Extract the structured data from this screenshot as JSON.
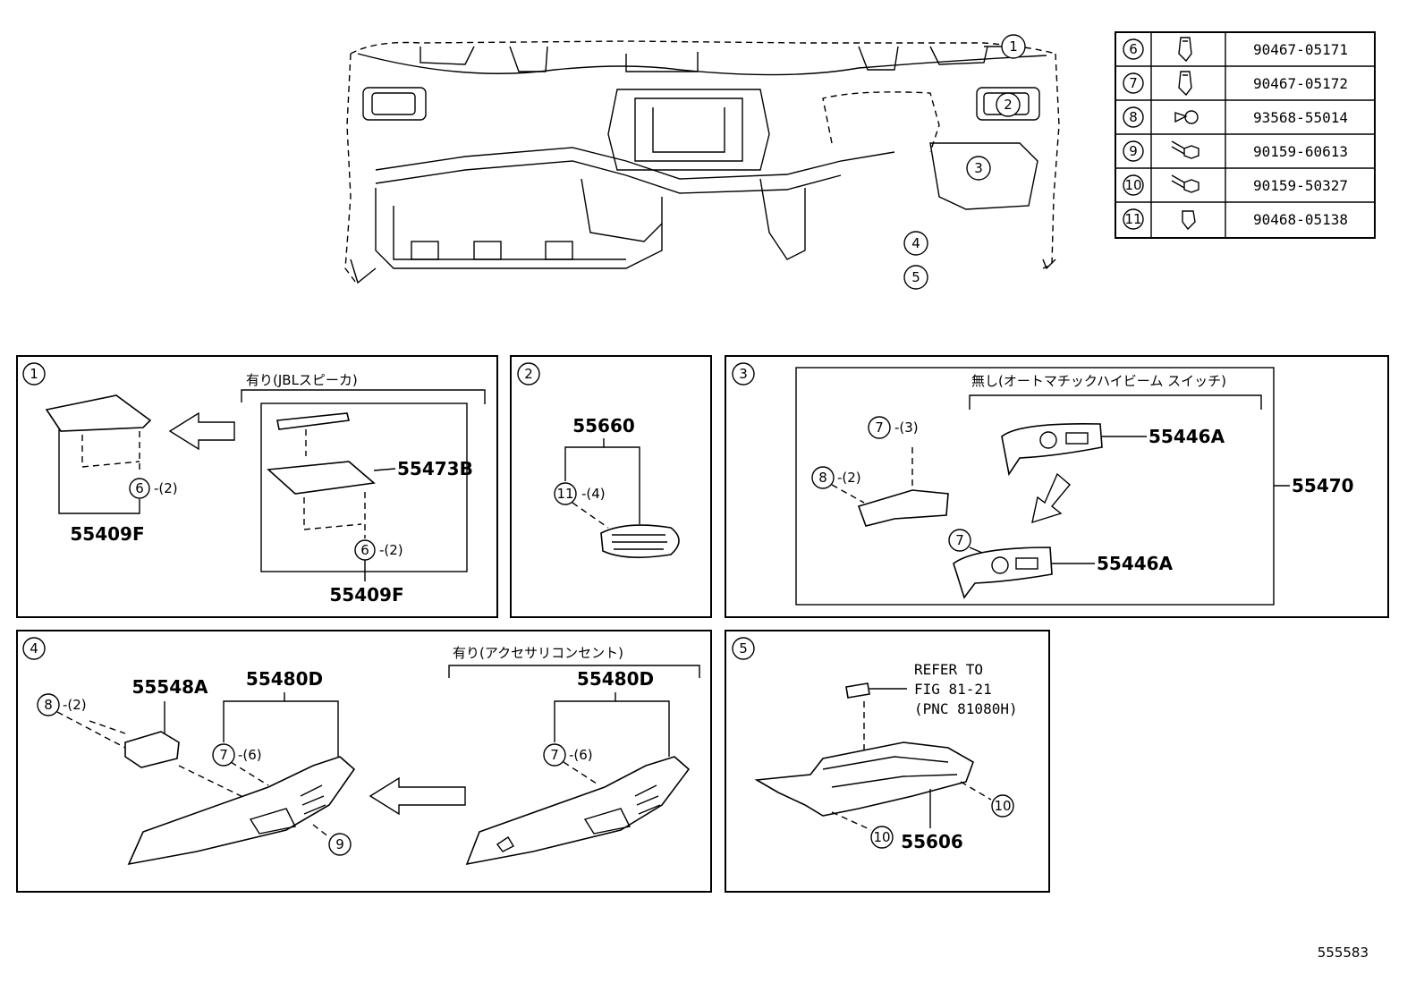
{
  "fastener_table": {
    "rows": [
      {
        "ref": "6",
        "part_no": "90467-05171",
        "icon": "push-clip-icon"
      },
      {
        "ref": "7",
        "part_no": "90467-05172",
        "icon": "push-clip-icon"
      },
      {
        "ref": "8",
        "part_no": "93568-55014",
        "icon": "tapping-screw-icon"
      },
      {
        "ref": "9",
        "part_no": "90159-60613",
        "icon": "hex-bolt-icon"
      },
      {
        "ref": "10",
        "part_no": "90159-50327",
        "icon": "hex-bolt-icon"
      },
      {
        "ref": "11",
        "part_no": "90468-05138",
        "icon": "spring-nut-icon"
      }
    ]
  },
  "overview": {
    "callouts": [
      "1",
      "2",
      "3",
      "4",
      "5"
    ]
  },
  "panel1": {
    "index": "1",
    "variant_label": "有り(JBLスピーカ)",
    "part_main": "55409F",
    "part_variant_top": "55473B",
    "part_variant_bottom": "55409F",
    "clip_ref": "6",
    "clip_qty": "-(2)",
    "clip_ref_b": "6",
    "clip_qty_b": "-(2)"
  },
  "panel2": {
    "index": "2",
    "part": "55660",
    "clip_ref": "11",
    "clip_qty": "-(4)"
  },
  "panel3": {
    "index": "3",
    "variant_label": "無し(オートマチックハイビーム スイッチ)",
    "assembly": "55470",
    "part_a": "55446A",
    "part_b": "55446A",
    "clip7_ref": "7",
    "clip7_qty": "-(3)",
    "clip8_ref": "8",
    "clip8_qty": "-(2)",
    "clip7b_ref": "7"
  },
  "panel4": {
    "index": "4",
    "variant_label": "有り(アクセサリコンセント)",
    "bracket": "55548A",
    "part_left": "55480D",
    "part_right": "55480D",
    "screw_ref": "8",
    "screw_qty": "-(2)",
    "clip_ref": "7",
    "clip_qty": "-(6)",
    "clip_ref_b": "7",
    "clip_qty_b": "-(6)",
    "bolt_ref": "9"
  },
  "panel5": {
    "index": "5",
    "refer_line1": "REFER TO",
    "refer_line2": "FIG 81-21",
    "refer_line3": "(PNC 81080H)",
    "part": "55606",
    "bolt_ref_a": "10",
    "bolt_ref_b": "10"
  },
  "illustration_id": "555583"
}
